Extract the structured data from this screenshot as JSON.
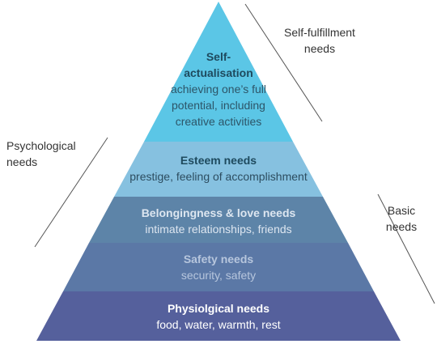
{
  "levels": [
    {
      "title_lines": [
        "Self-",
        "actualisation"
      ],
      "desc_lines": [
        "achieving one’s full",
        "potential, including",
        "creative activities"
      ],
      "fill": "#5bc6e6",
      "title_color": "#1e4a5e",
      "desc_color": "#2d5568"
    },
    {
      "title_lines": [
        "Esteem needs"
      ],
      "desc_lines": [
        "prestige, feeling of accomplishment"
      ],
      "fill": "#86c1e0",
      "title_color": "#1e4a5e",
      "desc_color": "#2d4d60"
    },
    {
      "title_lines": [
        "Belongingness & love needs"
      ],
      "desc_lines": [
        "intimate relationships, friends"
      ],
      "fill": "#5d84a8",
      "title_color": "#dde6f0",
      "desc_color": "#dde6f0"
    },
    {
      "title_lines": [
        "Safety needs"
      ],
      "desc_lines": [
        "security, safety"
      ],
      "fill": "#5b78a6",
      "title_color": "#b7c6dd",
      "desc_color": "#b7c6dd"
    },
    {
      "title_lines": [
        "Physiolgical needs"
      ],
      "desc_lines": [
        "food, water, warmth, rest"
      ],
      "fill": "#55609c",
      "title_color": "#ffffff",
      "desc_color": "#ffffff"
    }
  ],
  "side_labels": {
    "self_fulfillment": [
      "Self-fulfillment",
      "needs"
    ],
    "psychological": [
      "Psychological",
      "needs"
    ],
    "basic": [
      "Basic",
      "needs"
    ]
  },
  "colors": {
    "bracket_line": "#555555",
    "side_text": "#333333"
  }
}
